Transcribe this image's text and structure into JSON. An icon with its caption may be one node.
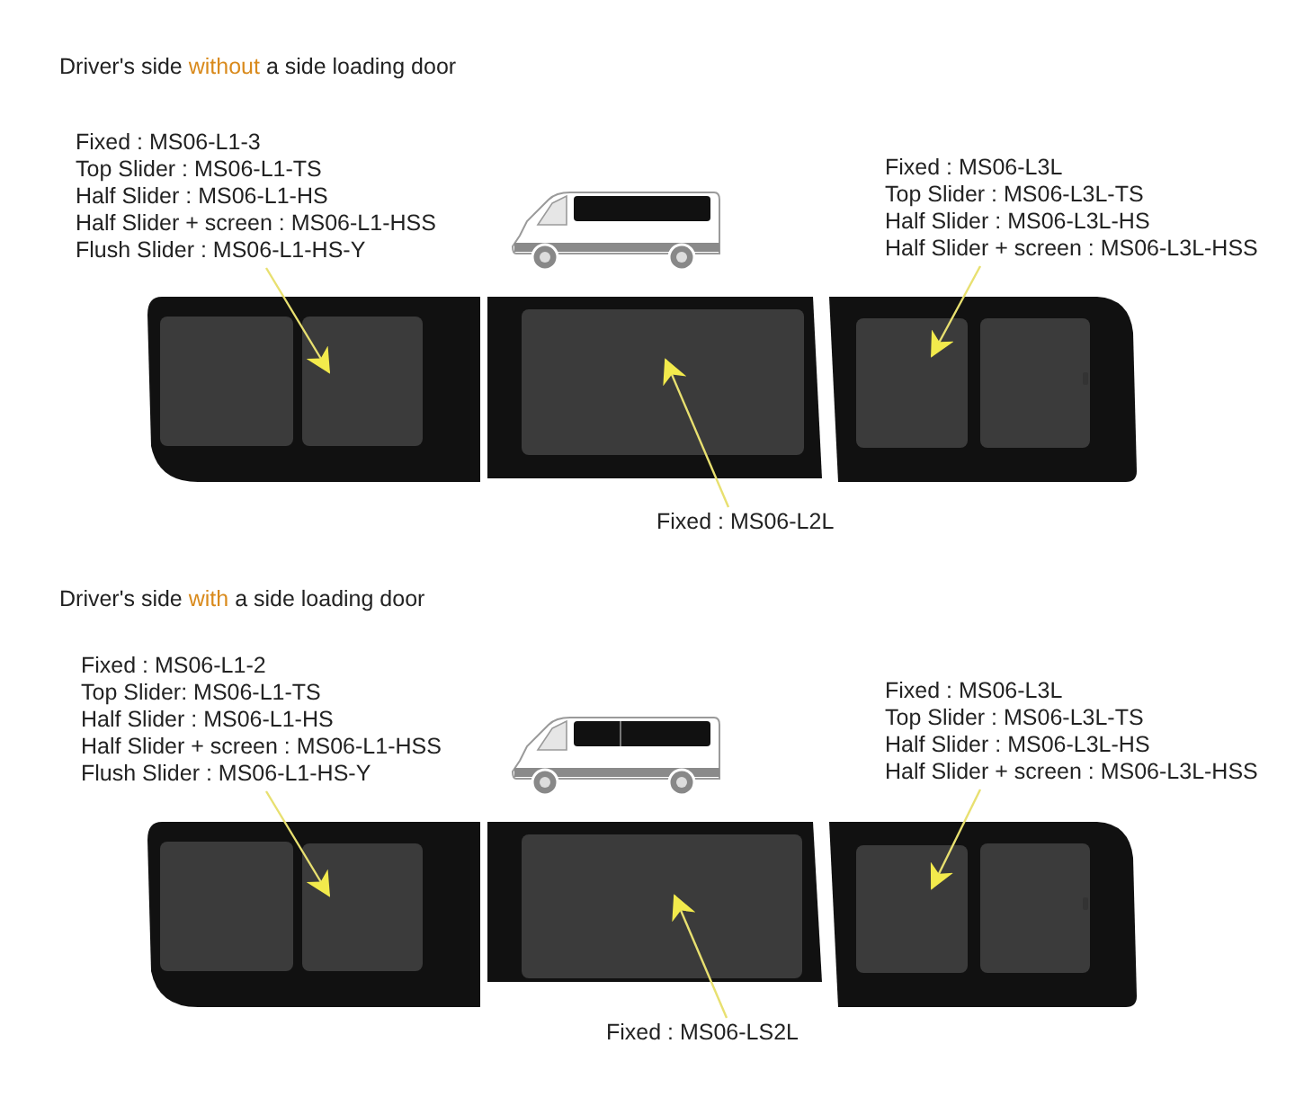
{
  "diagram": {
    "nodes": [
      {
        "text": [
          "Fixed : MS06-L1-3",
          "Top Slider : MS06-L1-TS",
          "Half Slider : MS06-L1-HS",
          "Half Slider + screen : MS06-L1-HSS",
          "Flush Slider : MS06-L1-HS-Y"
        ]
      },
      {
        "text": [
          "Fixed : MS06-L3L",
          "Top Slider : MS06-L3L-TS",
          "Half Slider : MS06-L3L-HS",
          "Half Slider + screen : MS06-L3L-HSS"
        ]
      },
      {
        "text": [],
        "shape": "box"
      },
      {
        "text": [],
        "shape": "box"
      },
      {
        "text": [],
        "shape": "box"
      },
      {
        "text": [
          "Fixed : MS06-L2L"
        ]
      },
      {
        "text": [
          "Fixed : MS06-L1-2",
          "Top Slider: MS06-L1-TS",
          "Half Slider : MS06-L1-HS",
          "Half Slider + screen : MS06-L1-HSS",
          "Flush Slider : MS06-L1-HS-Y"
        ]
      },
      {
        "text": [
          "Fixed : MS06-L3L",
          "Top Slider : MS06-L3L-TS",
          "Half Slider : MS06-L3L-HS",
          "Half Slider + screen : MS06-L3L-HSS"
        ]
      },
      {
        "text": [],
        "shape": "box"
      },
      {
        "text": [],
        "shape": "box"
      },
      {
        "text": [],
        "shape": "box"
      },
      {
        "text": [
          "Fixed : MS06-LS2L"
        ]
      }
    ],
    "edges": [
      {
        "from": 0,
        "to": 2,
        "arrow": "to"
      },
      {
        "from": 1,
        "to": 4,
        "arrow": "to"
      },
      {
        "from": 5,
        "to": 3,
        "arrow": "to"
      },
      {
        "from": 6,
        "to": 8,
        "arrow": "to"
      },
      {
        "from": 7,
        "to": 10,
        "arrow": "to"
      },
      {
        "from": 11,
        "to": 9,
        "arrow": "to"
      }
    ],
    "labels": [
      "Driver's side **without** a side loading door",
      "Driver's side **with** a side loading door"
    ]
  }
}
